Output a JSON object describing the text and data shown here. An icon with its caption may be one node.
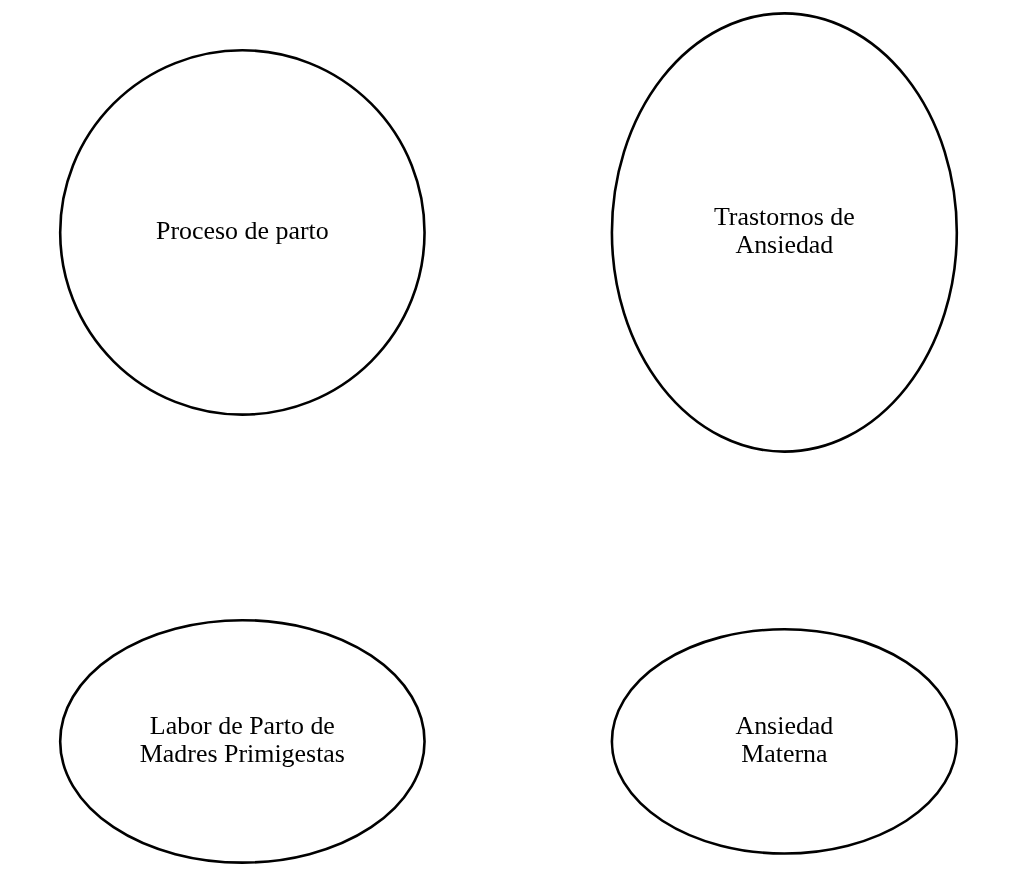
{
  "diagram": {
    "nodes": [
      {
        "text": [
          "Proceso de parto"
        ]
      },
      {
        "text": [
          "Trastornos de Ansiedad"
        ]
      },
      {
        "text": [
          "Labor de Parto de Madres Primigestas"
        ]
      },
      {
        "text": [
          "Ansiedad Materna"
        ]
      }
    ]
  }
}
